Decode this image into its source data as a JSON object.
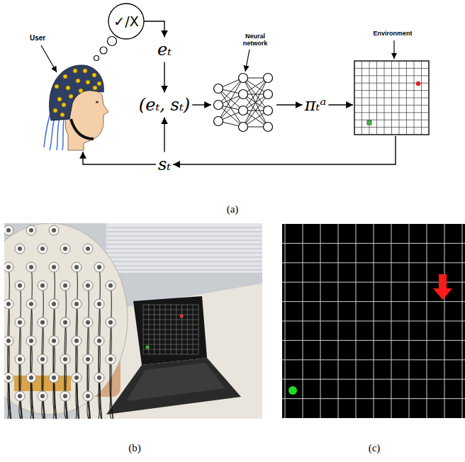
{
  "diagram": {
    "nodes": [
      {
        "text": [
          "✓/X"
        ]
      },
      {
        "text": [
          "eₜ"
        ]
      },
      {
        "text": [
          "(eₜ, sₜ)"
        ]
      },
      {
        "text": [
          "Neural network"
        ]
      },
      {
        "text": [
          "πₜᵃ"
        ]
      },
      {
        "text": [
          "Environment"
        ]
      },
      {
        "text": [
          "sₜ"
        ]
      },
      {
        "text": [
          "User"
        ]
      }
    ],
    "edges": [
      {
        "from": 0,
        "to": 1,
        "arrow": "to"
      },
      {
        "from": 1,
        "to": 2,
        "arrow": "to"
      },
      {
        "from": 2,
        "to": 3,
        "arrow": "to"
      },
      {
        "from": 3,
        "to": 4,
        "arrow": "to"
      },
      {
        "from": 4,
        "to": 5,
        "arrow": "to"
      },
      {
        "from": 5,
        "to": 6,
        "arrow": "to"
      },
      {
        "from": 6,
        "to": 2,
        "arrow": "to"
      },
      {
        "from": 6,
        "to": 7,
        "arrow": "to"
      }
    ],
    "labels": [
      "(a)",
      "(b)",
      "(c)"
    ]
  }
}
